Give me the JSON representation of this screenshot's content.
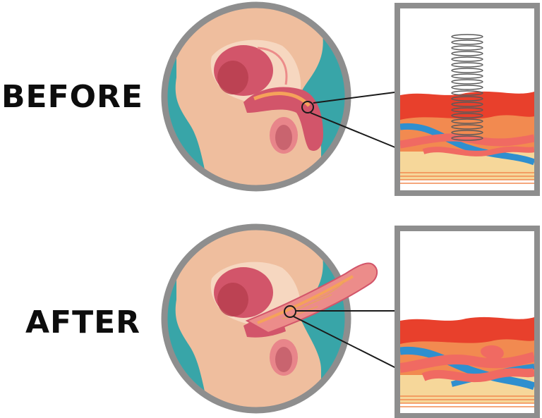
{
  "panels": [
    {
      "label": "BEFORE",
      "state": "before"
    },
    {
      "label": "AFTER",
      "state": "after"
    }
  ],
  "colors": {
    "frame": "#8e8e8e",
    "background": "#38a5a8",
    "skin": "#efbe9e",
    "organ": "#d2556a",
    "organ_light": "#ec8c8a",
    "tissue_red": "#e8402c",
    "tissue_orange": "#f28a50",
    "vessel_blue": "#2f8fcf",
    "vessel_pink": "#f06a62",
    "fat_yellow": "#f6d79a"
  },
  "icons": [
    "spring-coil-icon",
    "magnifier-ring-icon"
  ]
}
